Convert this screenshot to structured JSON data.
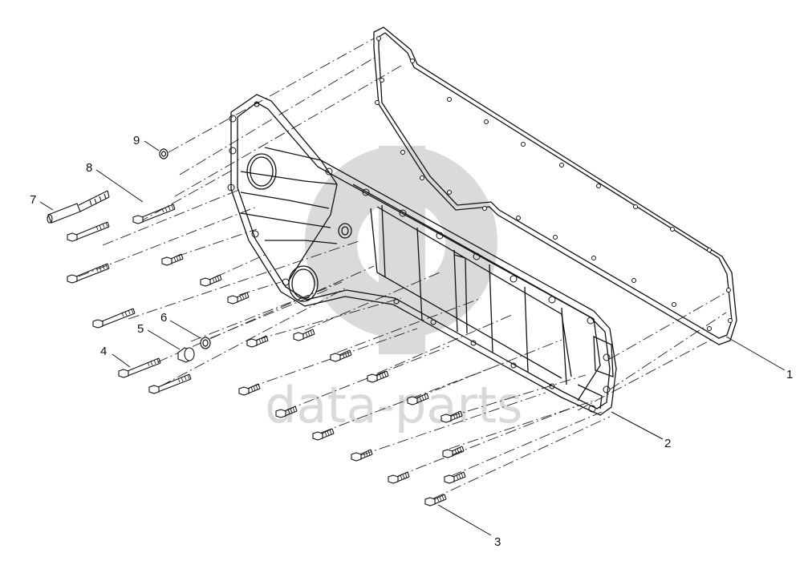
{
  "watermark": {
    "text": "data-parts",
    "color": "#d6d6d6"
  },
  "callouts": [
    {
      "id": "1",
      "label": "1"
    },
    {
      "id": "2",
      "label": "2"
    },
    {
      "id": "3",
      "label": "3"
    },
    {
      "id": "4",
      "label": "4"
    },
    {
      "id": "5",
      "label": "5"
    },
    {
      "id": "6",
      "label": "6"
    },
    {
      "id": "7",
      "label": "7"
    },
    {
      "id": "8",
      "label": "8"
    },
    {
      "id": "9",
      "label": "9"
    }
  ],
  "colors": {
    "line": "#111111",
    "dash": "#222222",
    "background": "#ffffff"
  }
}
